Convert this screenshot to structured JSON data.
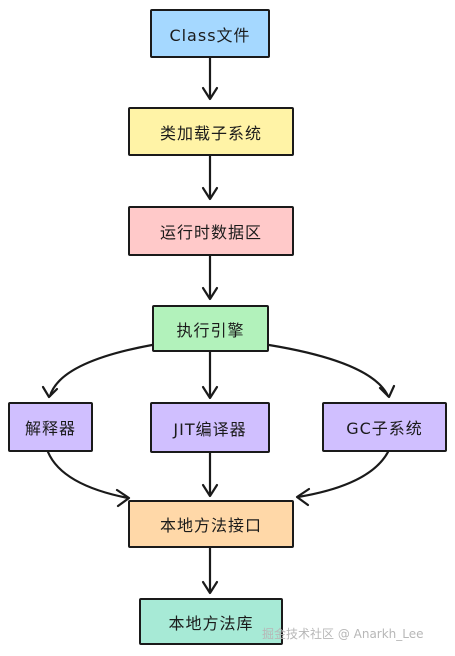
{
  "nodes": {
    "class_file": "Class文件",
    "class_loader": "类加载子系统",
    "runtime_data_area": "运行时数据区",
    "execution_engine": "执行引擎",
    "interpreter": "解释器",
    "jit_compiler": "JIT编译器",
    "gc_subsystem": "GC子系统",
    "native_interface": "本地方法接口",
    "native_library": "本地方法库"
  },
  "watermark": "掘金技术社区 @ Anarkh_Lee"
}
